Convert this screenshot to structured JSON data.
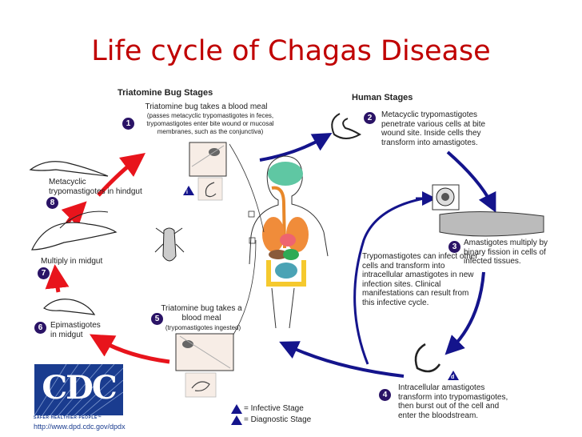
{
  "title": "Life cycle of Chagas Disease",
  "sections": {
    "bug": "Triatomine Bug Stages",
    "human": "Human Stages"
  },
  "stages": [
    {
      "num": "1",
      "title": "Triatomine bug takes a blood meal",
      "detail": "(passes metacyclic trypomastigotes in feces, trypomastigotes enter bite wound or mucosal membranes, such as the conjunctiva)"
    },
    {
      "num": "2",
      "text": "Metacyclic trypomastigotes penetrate various cells at bite wound site. Inside cells they transform into amastigotes."
    },
    {
      "num": "3",
      "text": "Amastigotes multiply by binary fission in cells of infected tissues."
    },
    {
      "num": "4",
      "text": "Intracellular amastigotes transform into trypomastigotes, then burst out of the cell and enter the bloodstream."
    },
    {
      "num": "5",
      "title": "Triatomine bug takes a blood meal",
      "detail": "(trypomastigotes ingested)"
    },
    {
      "num": "6",
      "text": "Epimastigotes in midgut"
    },
    {
      "num": "7",
      "text": "Multiply in midgut"
    },
    {
      "num": "8",
      "text": "Metacyclic trypomastigotes in hindgut"
    }
  ],
  "cycle_note": "Trypomastigotes can infect other cells and transform into intracellular amastigotes in new infection sites. Clinical manifestations can result from this infective cycle.",
  "legend": {
    "infective": {
      "symbol": "i",
      "label": "= Infective Stage"
    },
    "diagnostic": {
      "symbol": "d",
      "label": "= Diagnostic Stage"
    }
  },
  "logo": {
    "name": "CDC",
    "tagline": "SAFER·HEALTHIER·PEOPLE™",
    "url": "http://www.dpd.cdc.gov/dpdx"
  },
  "colors": {
    "title": "#c00000",
    "bug_arrows": "#e8141c",
    "human_arrows": "#14148c",
    "badge": "#2a1366"
  }
}
